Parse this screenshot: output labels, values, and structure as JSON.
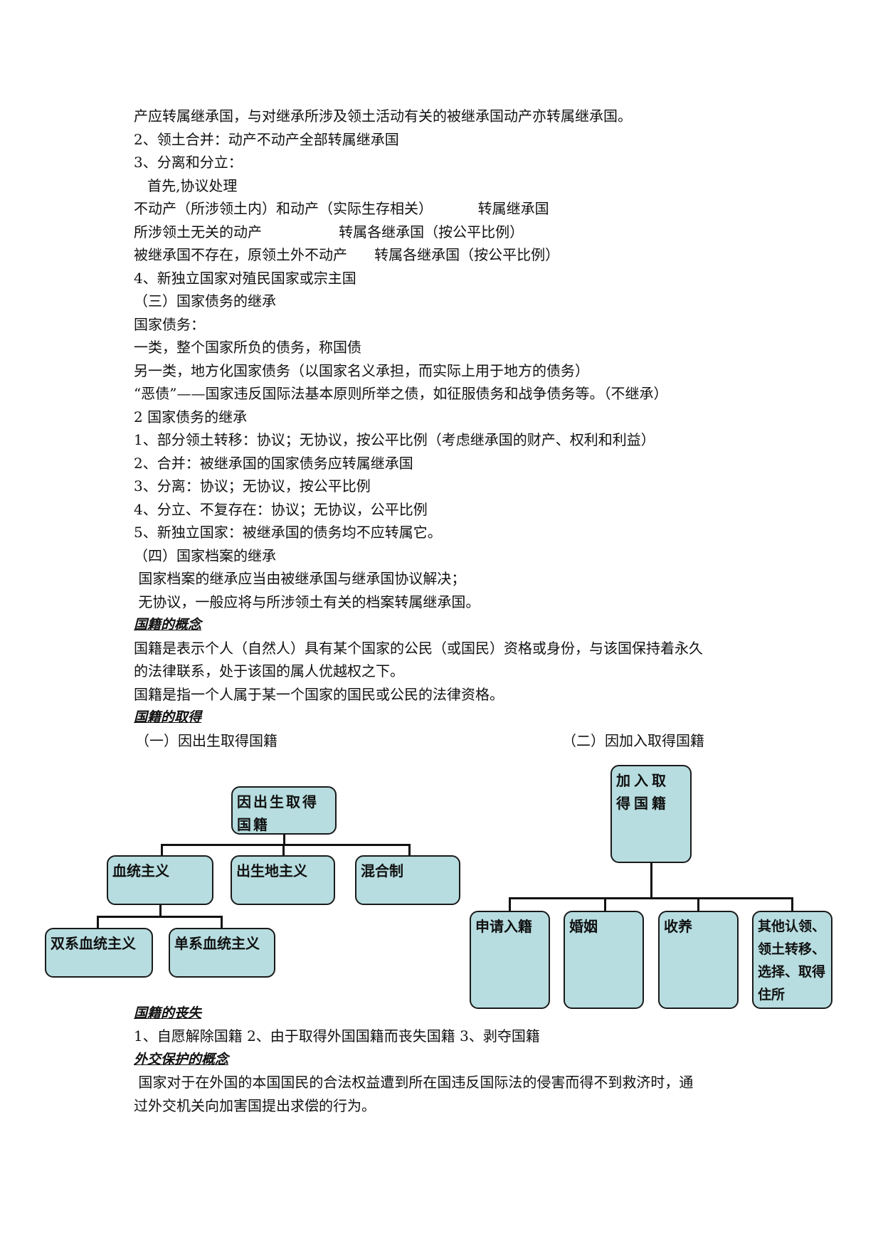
{
  "lines": [
    "产应转属继承国，与对继承所涉及领土活动有关的被继承国动产亦转属继承国。",
    "2、领土合并：动产不动产全部转属继承国",
    "3、分离和分立：",
    "   首先,协议处理",
    "不动产（所涉领土内）和动产（实际生存相关）          转属继承国",
    "所涉领土无关的动产                 转属各继承国（按公平比例）",
    "被继承国不存在，原领土外不动产      转属各继承国（按公平比例）",
    "4、新独立国家对殖民国家或宗主国",
    "（三）国家债务的继承",
    "国家债务：",
    "一类，整个国家所负的债务，称国债",
    "另一类，地方化国家债务（以国家名义承担，而实际上用于地方的债务）",
    "“恶债”——国家违反国际法基本原则所举之债，如征服债务和战争债务等。（不继承）",
    "2 国家债务的继承",
    "1、部分领土转移：协议；无协议，按公平比例（考虑继承国的财产、权利和利益）",
    "2、合并：被继承国的国家债务应转属继承国",
    "3、分离：协议；无协议，按公平比例",
    "4、分立、不复存在：协议；无协议，公平比例",
    "5、新独立国家：被继承国的债务均不应转属它。",
    "（四）国家档案的继承",
    " 国家档案的继承应当由被继承国与继承国协议解决；",
    " 无协议，一般应将与所涉领土有关的档案转属继承国。"
  ],
  "nationality_concept": {
    "heading": "国籍的概念",
    "p1": "国籍是表示个人（自然人）具有某个国家的公民（或国民）资格或身份，与该国保持着永久",
    "p2": "的法律联系，处于该国的属人优越权之下。",
    "p3": "国籍是指一个人属于某一个国家的国民或公民的法律资格。"
  },
  "acquisition": {
    "heading": "国籍的取得",
    "sub1": "（一）因出生取得国籍",
    "sub2": "（二）因加入取得国籍"
  },
  "birth_chart": {
    "root": "因出生取得国籍",
    "level1": [
      "血统主义",
      "出生地主义",
      "混合制"
    ],
    "level2": [
      "双系血统主义",
      "单系血统主义"
    ]
  },
  "join_chart": {
    "root": "加入取得国籍",
    "children": [
      "申请入籍",
      "婚姻",
      "收养",
      "其他认领、领土转移、选择、取得住所"
    ]
  },
  "loss": {
    "heading": "国籍的丧失",
    "text": "1、自愿解除国籍 2、由于取得外国国籍而丧失国籍 3、剥夺国籍"
  },
  "diplomatic": {
    "heading": "外交保护的概念",
    "p1": " 国家对于在外国的本国国民的合法权益遭到所在国违反国际法的侵害而得不到救济时，通",
    "p2": "过外交机关向加害国提出求偿的行为。"
  },
  "colors": {
    "box_fill": "#b7dde0",
    "text": "#111111"
  }
}
